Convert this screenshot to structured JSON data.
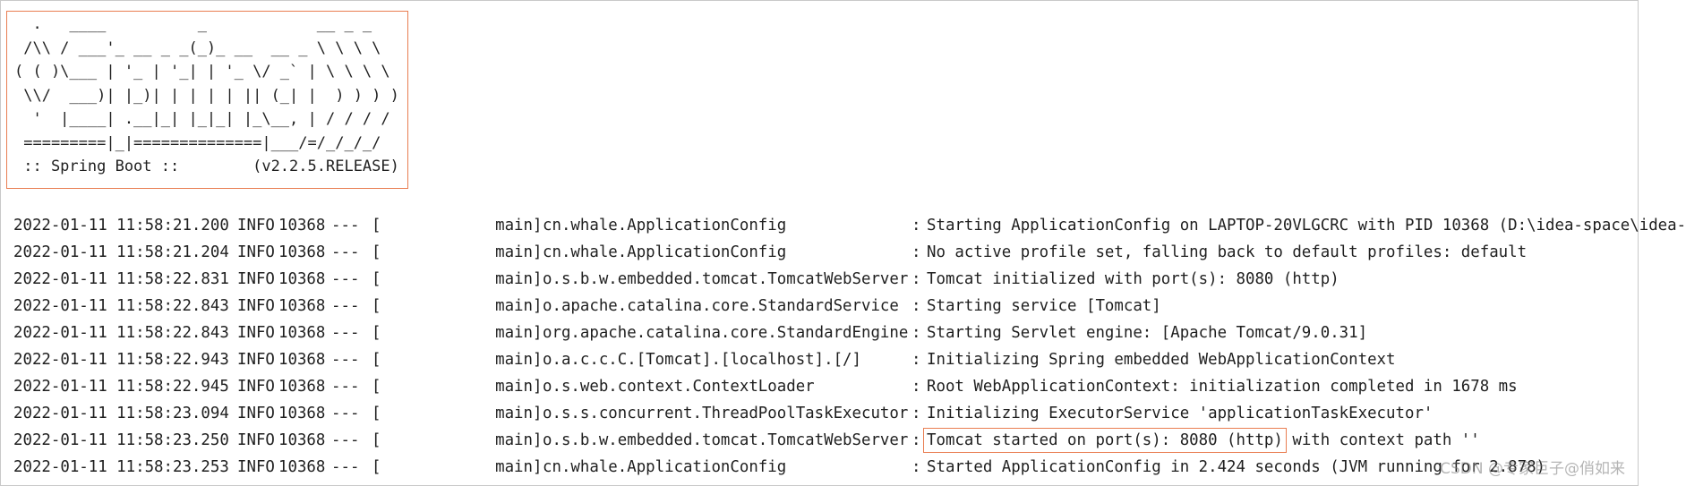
{
  "banner": {
    "art": "  .   ____          _            __ _ _\n /\\\\ / ___'_ __ _ _(_)_ __  __ _ \\ \\ \\ \\\n( ( )\\___ | '_ | '_| | '_ \\/ _` | \\ \\ \\ \\\n \\\\/  ___)| |_)| | | | | || (_| |  ) ) ) )\n  '  |____| .__|_| |_|_| |_\\__, | / / / /\n =========|_|==============|___/=/_/_/_/\n :: Spring Boot ::        (v2.2.5.RELEASE)"
  },
  "log": {
    "lines": [
      {
        "ts": "2022-01-11 11:58:21.200",
        "level": "INFO",
        "pid": "10368",
        "sep": "---",
        "thread": "main",
        "logger": "cn.whale.ApplicationConfig",
        "message": "Starting ApplicationConfig on LAPTOP-20VLGCRC with PID 10368 (D:\\idea-space\\idea-",
        "highlight": "",
        "message_rest": ""
      },
      {
        "ts": "2022-01-11 11:58:21.204",
        "level": "INFO",
        "pid": "10368",
        "sep": "---",
        "thread": "main",
        "logger": "cn.whale.ApplicationConfig",
        "message": "No active profile set, falling back to default profiles: default",
        "highlight": "",
        "message_rest": ""
      },
      {
        "ts": "2022-01-11 11:58:22.831",
        "level": "INFO",
        "pid": "10368",
        "sep": "---",
        "thread": "main",
        "logger": "o.s.b.w.embedded.tomcat.TomcatWebServer",
        "message": "Tomcat initialized with port(s): 8080 (http)",
        "highlight": "",
        "message_rest": ""
      },
      {
        "ts": "2022-01-11 11:58:22.843",
        "level": "INFO",
        "pid": "10368",
        "sep": "---",
        "thread": "main",
        "logger": "o.apache.catalina.core.StandardService",
        "message": "Starting service [Tomcat]",
        "highlight": "",
        "message_rest": ""
      },
      {
        "ts": "2022-01-11 11:58:22.843",
        "level": "INFO",
        "pid": "10368",
        "sep": "---",
        "thread": "main",
        "logger": "org.apache.catalina.core.StandardEngine",
        "message": "Starting Servlet engine: [Apache Tomcat/9.0.31]",
        "highlight": "",
        "message_rest": ""
      },
      {
        "ts": "2022-01-11 11:58:22.943",
        "level": "INFO",
        "pid": "10368",
        "sep": "---",
        "thread": "main",
        "logger": "o.a.c.c.C.[Tomcat].[localhost].[/]",
        "message": "Initializing Spring embedded WebApplicationContext",
        "highlight": "",
        "message_rest": ""
      },
      {
        "ts": "2022-01-11 11:58:22.945",
        "level": "INFO",
        "pid": "10368",
        "sep": "---",
        "thread": "main",
        "logger": "o.s.web.context.ContextLoader",
        "message": "Root WebApplicationContext: initialization completed in 1678 ms",
        "highlight": "",
        "message_rest": ""
      },
      {
        "ts": "2022-01-11 11:58:23.094",
        "level": "INFO",
        "pid": "10368",
        "sep": "---",
        "thread": "main",
        "logger": "o.s.s.concurrent.ThreadPoolTaskExecutor",
        "message": "Initializing ExecutorService 'applicationTaskExecutor'",
        "highlight": "",
        "message_rest": ""
      },
      {
        "ts": "2022-01-11 11:58:23.250",
        "level": "INFO",
        "pid": "10368",
        "sep": "---",
        "thread": "main",
        "logger": "o.s.b.w.embedded.tomcat.TomcatWebServer",
        "message": "",
        "highlight": "Tomcat started on port(s): 8080 (http)",
        "message_rest": " with context path ''"
      },
      {
        "ts": "2022-01-11 11:58:23.253",
        "level": "INFO",
        "pid": "10368",
        "sep": "---",
        "thread": "main",
        "logger": "cn.whale.ApplicationConfig",
        "message": "Started ApplicationConfig in 2.424 seconds (JVM running for 2.878)",
        "highlight": "",
        "message_rest": ""
      }
    ]
  },
  "watermark": "CSDN @专家巨子@俏如来",
  "colors": {
    "highlight_border": "#e97e52",
    "text": "#1f1f1f"
  }
}
